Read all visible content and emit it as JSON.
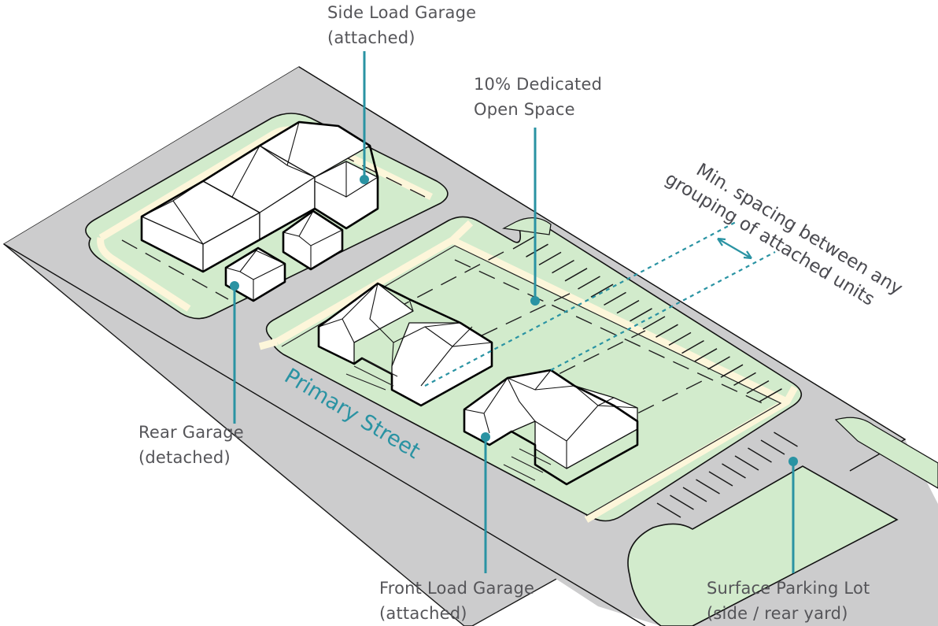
{
  "diagram": {
    "title": "Attached single-family site layout (isometric)",
    "colors": {
      "accent": "#2a93a3",
      "road": "#cccccd",
      "open_space": "#d2ebcc",
      "sidewalk": "#fdf6da",
      "label_text": "#555559",
      "building": "#ffffff"
    },
    "labels": {
      "side_load_garage": {
        "line1": "Side Load Garage",
        "line2": "(attached)"
      },
      "open_space": {
        "line1": "10% Dedicated",
        "line2": "Open Space"
      },
      "min_spacing": {
        "line1": "Min. spacing between any",
        "line2": "grouping of attached units"
      },
      "rear_garage": {
        "line1": "Rear Garage",
        "line2": "(detached)"
      },
      "front_load_garage": {
        "line1": "Front Load Garage",
        "line2": "(attached)"
      },
      "surface_parking": {
        "line1": "Surface Parking Lot",
        "line2": "(side / rear yard)"
      },
      "primary_street": "Primary Street"
    },
    "icons": {
      "leader_marker": "dot-leader-icon",
      "dimension_arrow": "double-arrow-icon"
    }
  }
}
